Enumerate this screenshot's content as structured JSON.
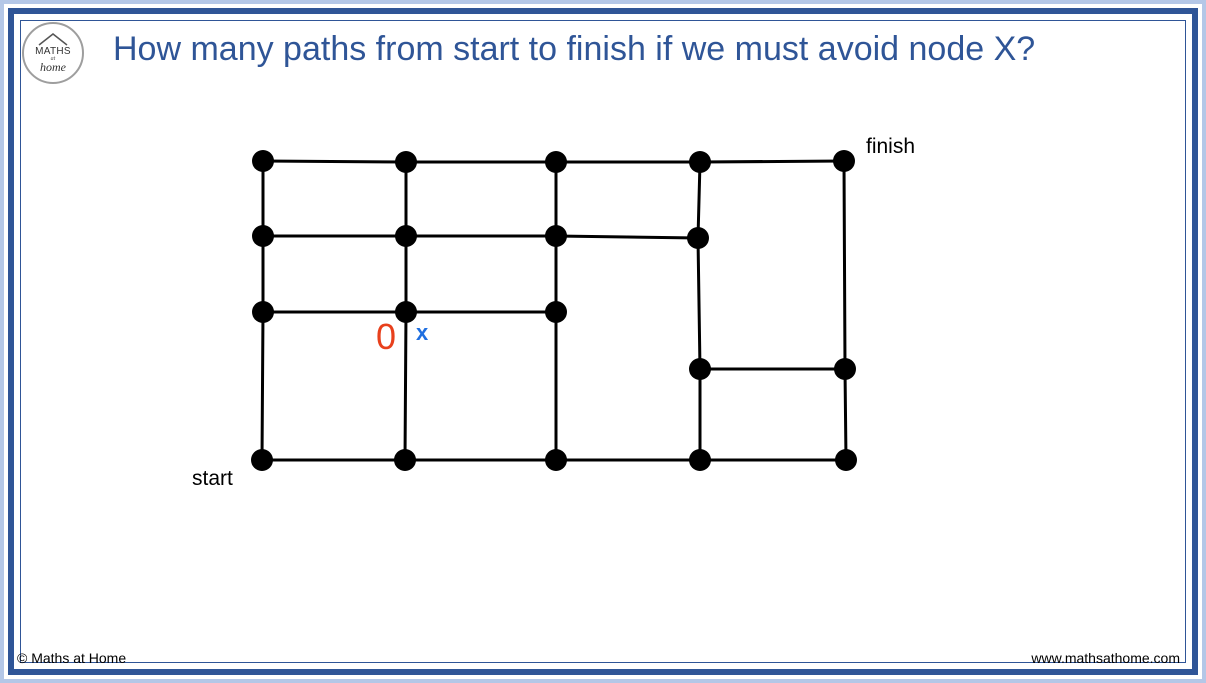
{
  "title": "How many paths from start to finish if we must avoid node X?",
  "logo": {
    "line1": "MATHS",
    "line2": "at",
    "line3": "home"
  },
  "labels": {
    "start": "start",
    "finish": "finish",
    "zero_count": "0",
    "avoid_node": "x"
  },
  "colors": {
    "frame": "#2f5597",
    "title": "#2f5597",
    "zero_count": "#e8401c",
    "avoid_node": "#1f6fe0",
    "graph": "#000000"
  },
  "footer": {
    "copyright": "© Maths at Home",
    "website": "www.mathsathome.com"
  }
}
